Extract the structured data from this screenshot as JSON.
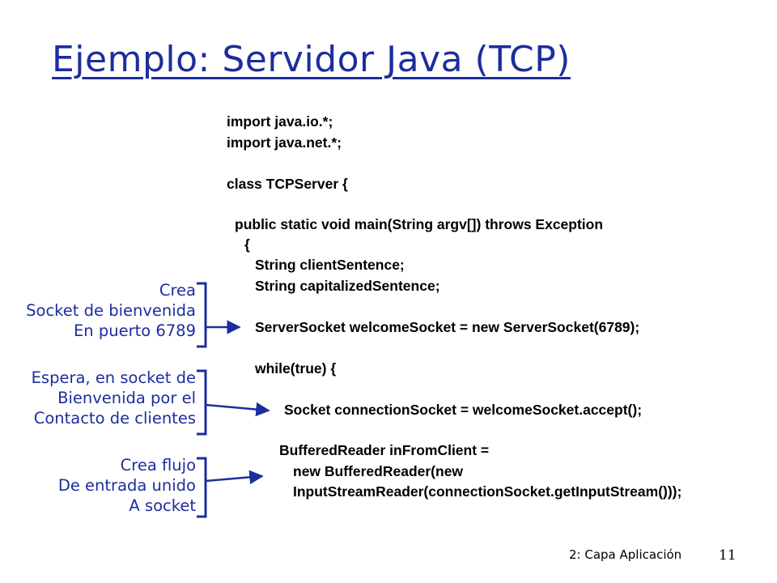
{
  "slide": {
    "title": "Ejemplo: Servidor Java (TCP)",
    "code_lines": [
      "import java.io.*;",
      "import java.net.*;",
      "class TCPServer {",
      "public static void main(String argv[]) throws Exception",
      "{",
      "String clientSentence;",
      "String capitalizedSentence;",
      "ServerSocket welcomeSocket = new ServerSocket(6789);",
      "while(true) {",
      "Socket connectionSocket = welcomeSocket.accept();",
      "BufferedReader inFromClient =",
      "new BufferedReader(new",
      "InputStreamReader(connectionSocket.getInputStream()));"
    ],
    "annotations": [
      {
        "lines": [
          "Crea",
          "Socket de bienvenida",
          "En puerto 6789"
        ]
      },
      {
        "lines": [
          "Espera, en socket de",
          "Bienvenida por el",
          "Contacto de clientes"
        ]
      },
      {
        "lines": [
          "Crea flujo",
          "De entrada unido",
          "A socket"
        ]
      }
    ],
    "footer": "2: Capa Aplicación",
    "page_number": "11",
    "colors": {
      "title": "#1d2d9e",
      "annotation": "#1d2d9e",
      "code": "#000000"
    }
  }
}
